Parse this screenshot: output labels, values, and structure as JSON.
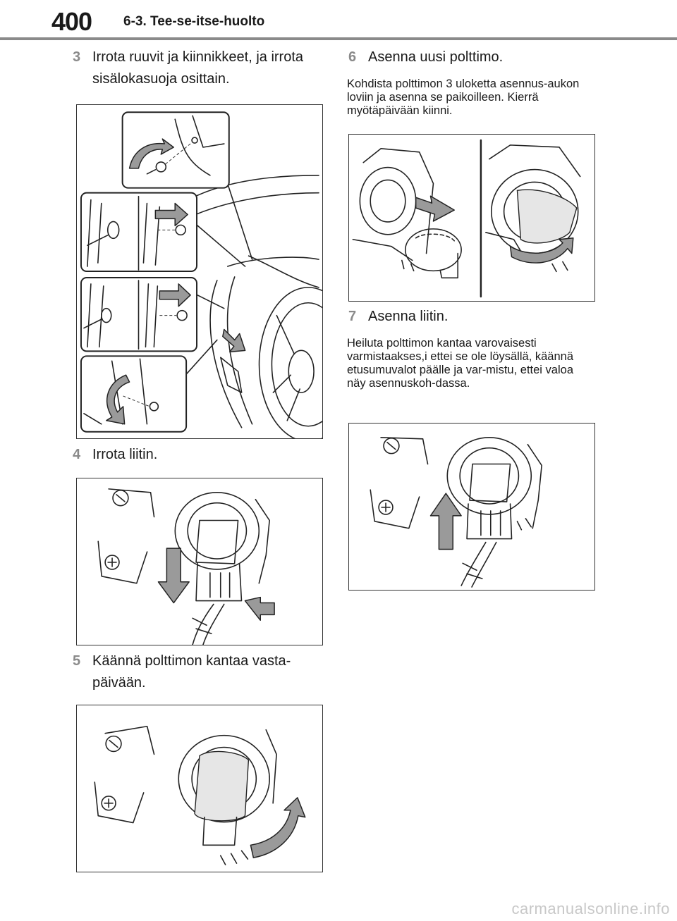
{
  "header": {
    "page_number": "400",
    "section": "6-3. Tee-se-itse-huolto"
  },
  "left_column": {
    "step3": {
      "num": "3",
      "text": "Irrota ruuvit ja kiinnikkeet, ja irrota sisälokasuoja osittain."
    },
    "step4": {
      "num": "4",
      "text": "Irrota liitin."
    },
    "step5": {
      "num": "5",
      "text": "Käännä polttimon kantaa vasta-päivään."
    }
  },
  "right_column": {
    "step6": {
      "num": "6",
      "text": "Asenna uusi polttimo."
    },
    "step6_note": "Kohdista polttimon 3 uloketta asennus-aukon loviin ja asenna se paikoilleen. Kierrä myötäpäivään kiinni.",
    "step7": {
      "num": "7",
      "text": "Asenna liitin."
    },
    "step7_note": "Heiluta polttimon kantaa varovaisesti varmistaakses,i ettei se ole löysällä, käännä etusumuvalot päälle ja var-mistu, ettei valoa näy asennuskoh-dassa."
  },
  "footer": {
    "watermark": "carmanualsonline.info"
  }
}
